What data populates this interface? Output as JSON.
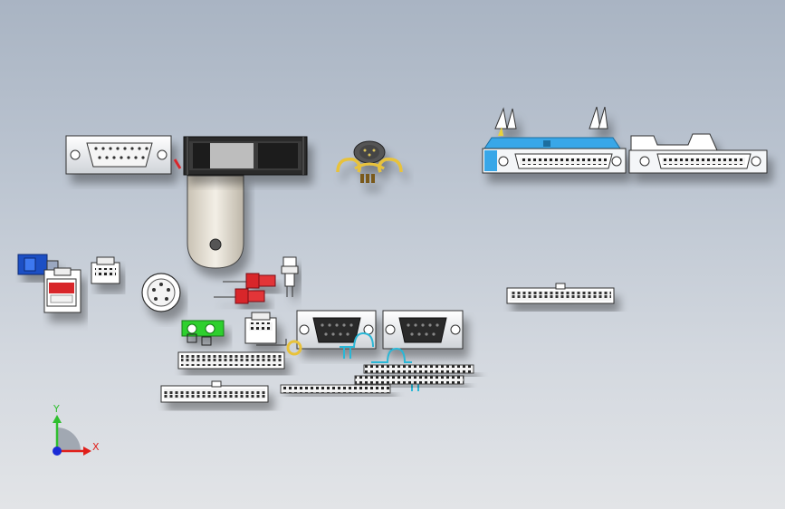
{
  "window": {
    "title": ""
  },
  "triad": {
    "x_label": "X",
    "y_label": "Y",
    "colors": {
      "x": "#e0201b",
      "y": "#2fbf2f",
      "z": "#1a2bd6"
    }
  },
  "palette": {
    "metal": "#d9dce2",
    "body_blue": "#39a7e8",
    "dark": "#2a2a2a",
    "red": "#d8262b",
    "green": "#2fd02f",
    "gold": "#e8c23a",
    "cyan": "#2ab7d6"
  },
  "parts": [
    {
      "name": "db15-connector",
      "icon": "d-sub-15-icon"
    },
    {
      "name": "cooling-fan",
      "icon": "fan-icon"
    },
    {
      "name": "fan-mount-bracket",
      "icon": "bracket-icon"
    },
    {
      "name": "mini-din-connector",
      "icon": "mini-din-icon"
    },
    {
      "name": "scsi-connector-blue",
      "icon": "scsi-connector-icon"
    },
    {
      "name": "scsi-connector-white",
      "icon": "scsi-connector-icon"
    },
    {
      "name": "dip-switch-blue",
      "icon": "dip-switch-icon"
    },
    {
      "name": "rj45-jack",
      "icon": "rj45-icon"
    },
    {
      "name": "rj11-jack",
      "icon": "rj11-icon"
    },
    {
      "name": "din-socket-round",
      "icon": "din-socket-icon"
    },
    {
      "name": "led-red-upper",
      "icon": "led-icon"
    },
    {
      "name": "led-red-lower",
      "icon": "led-icon"
    },
    {
      "name": "panel-jack",
      "icon": "jack-icon"
    },
    {
      "name": "terminal-block-green",
      "icon": "terminal-block-icon"
    },
    {
      "name": "rj11-jack-small",
      "icon": "rj11-icon"
    },
    {
      "name": "db9-connector-left",
      "icon": "d-sub-9-icon"
    },
    {
      "name": "db9-connector-right",
      "icon": "d-sub-9-icon"
    },
    {
      "name": "idc-header-40pin",
      "icon": "header-icon"
    },
    {
      "name": "idc-header-34pin",
      "icon": "header-icon"
    },
    {
      "name": "idc-header-right",
      "icon": "header-icon"
    },
    {
      "name": "pin-header-strip-1",
      "icon": "pin-strip-icon"
    },
    {
      "name": "pin-header-strip-2",
      "icon": "pin-strip-icon"
    },
    {
      "name": "pin-header-strip-3",
      "icon": "pin-strip-icon"
    }
  ]
}
